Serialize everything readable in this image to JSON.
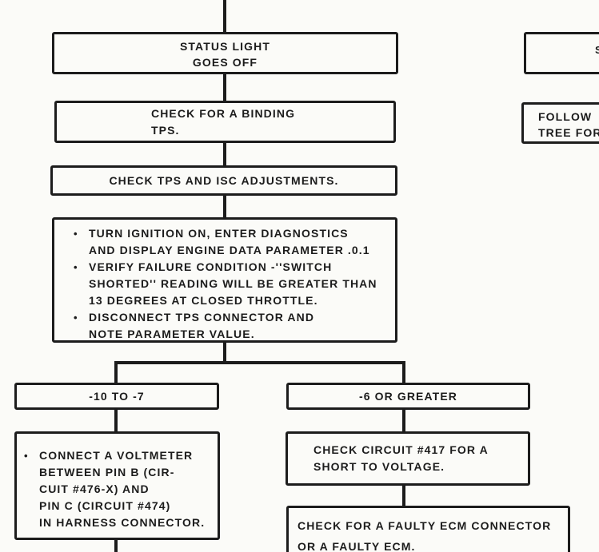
{
  "page": {
    "colors": {
      "ink": "#1c1c1c",
      "paper": "#fbfbf8"
    }
  },
  "flowchart": {
    "bullet_char": "•",
    "nodes": {
      "status_light": {
        "line1": "STATUS LIGHT",
        "line2": "GOES OFF"
      },
      "binding_tps": {
        "line1": "CHECK FOR A BINDING",
        "line2": "TPS."
      },
      "adjustments": {
        "label": "CHECK TPS AND ISC ADJUSTMENTS."
      },
      "diagnostics": {
        "bullets": [
          {
            "lines": [
              "TURN IGNITION ON, ENTER DIAGNOSTICS",
              "AND DISPLAY ENGINE DATA PARAMETER .0.1"
            ]
          },
          {
            "lines": [
              "VERIFY FAILURE CONDITION -''SWITCH",
              "SHORTED'' READING WILL BE GREATER THAN",
              "13 DEGREES AT CLOSED THROTTLE."
            ]
          },
          {
            "lines": [
              "DISCONNECT TPS CONNECTOR AND",
              "NOTE PARAMETER VALUE."
            ]
          }
        ]
      },
      "range_low": {
        "label": "-10 TO -7"
      },
      "range_high": {
        "label": "-6 OR GREATER"
      },
      "voltmeter": {
        "bullets": [
          {
            "lines": [
              "CONNECT A VOLTMETER",
              "BETWEEN PIN B (CIR-",
              "CUIT #476-X) AND",
              "PIN C (CIRCUIT #474)",
              "IN HARNESS CONNECTOR."
            ]
          }
        ]
      },
      "circuit_417": {
        "line1": "CHECK CIRCUIT #417 FOR A",
        "line2": "SHORT TO VOLTAGE."
      },
      "faulty_ecm": {
        "line1": "CHECK FOR A FAULTY ECM CONNECTOR",
        "line2": "OR A FAULTY ECM."
      },
      "right_top": {
        "fragment": "S"
      },
      "right_follow": {
        "line1": "FOLLOW",
        "line2": "TREE FOR"
      }
    }
  }
}
